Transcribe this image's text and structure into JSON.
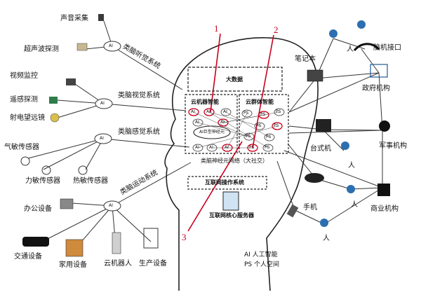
{
  "labels": {
    "sound": "声音采集",
    "ultrasonic": "超声波探测",
    "video": "视频监控",
    "remote": "遥感探测",
    "telescope": "射电望远镜",
    "gas": "气敏传感器",
    "force": "力敏传感器",
    "heat": "热敏传感器",
    "office": "办公设备",
    "traffic": "交通设备",
    "home": "家用设备",
    "robot": "云机器人",
    "production": "生产设备",
    "notebook": "笔记本",
    "person": "人",
    "bci": "脑机接口",
    "gov": "政府机构",
    "desktop": "台式机",
    "military": "军事机构",
    "phone": "手机",
    "business": "商业机构"
  },
  "branches": {
    "hearing": "类脑听觉系统",
    "vision": "类脑视觉系统",
    "sense": "类脑感觉系统",
    "motion": "类脑运动系统"
  },
  "brain": {
    "bigdata": "大数据",
    "cloud_robot": "云机器智能",
    "cloud_swarm": "云群体智能",
    "giant_neuron": "AI巨型神经元",
    "neural_net": "类脑神经元网络（大社交）",
    "os": "互联网操作系统",
    "core_server": "互联网核心服务器"
  },
  "node_ai": "AI",
  "node_ps": "PS",
  "markers": [
    "1",
    "2",
    "3"
  ],
  "legend": {
    "ai": "AI 人工智能",
    "ps": "PS 个人空间"
  }
}
